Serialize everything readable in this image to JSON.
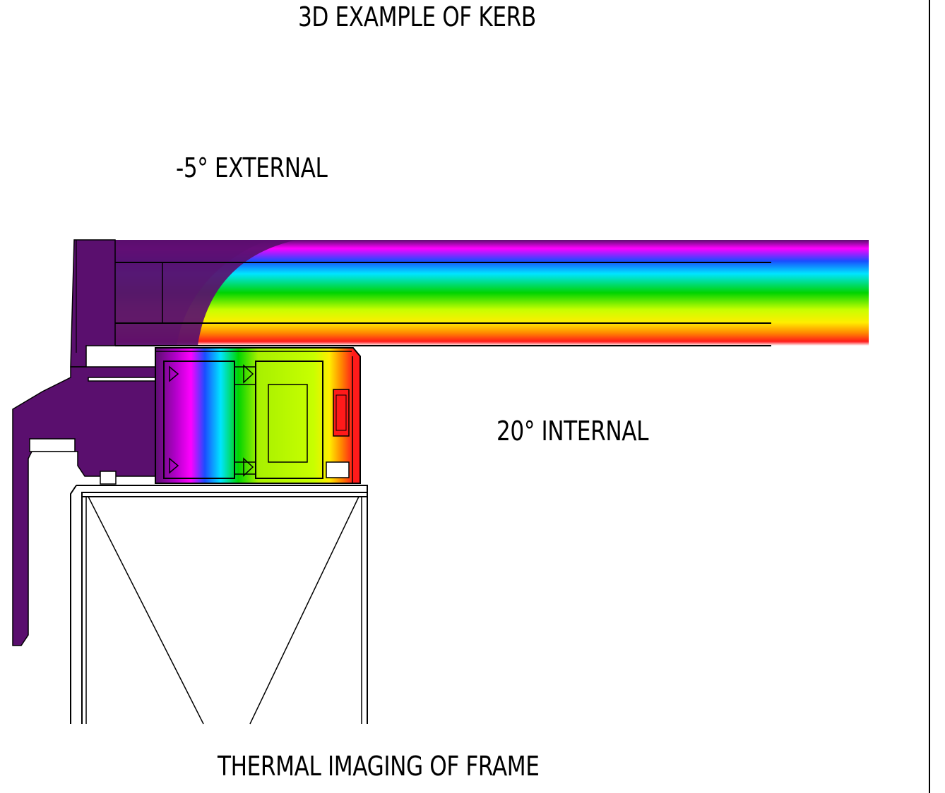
{
  "title": "3D EXAMPLE OF KERB",
  "labels": {
    "external": "-5° EXTERNAL",
    "internal": "20° INTERNAL"
  },
  "caption": "THERMAL IMAGING OF FRAME",
  "colors": {
    "cold": "#5a0f6e",
    "magenta": "#ff00ff",
    "blue": "#1a4dff",
    "cyan": "#00e5ff",
    "green": "#00d400",
    "yellow_green": "#c8ff00",
    "yellow": "#ffee00",
    "orange": "#ff8800",
    "red": "#ff1a1a",
    "outline": "#000000"
  }
}
